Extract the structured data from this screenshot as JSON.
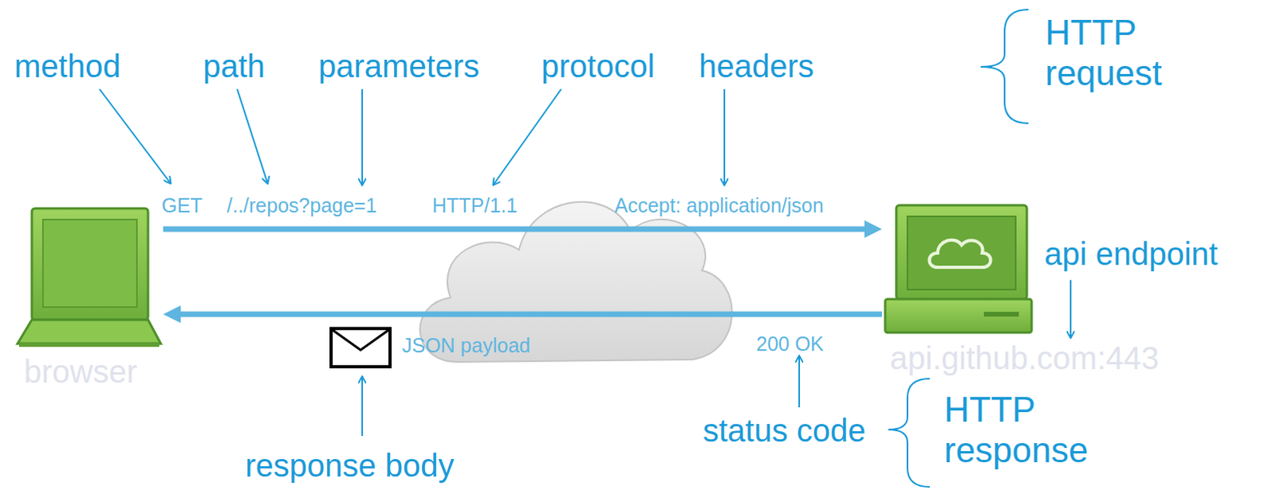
{
  "diagram": {
    "nodes": [
      {
        "text": [
          "browser"
        ]
      },
      {
        "text": [
          "api.github.com:443"
        ]
      }
    ],
    "edges": [
      {
        "from": 0,
        "to": 1,
        "arrow": "to"
      },
      {
        "from": 1,
        "to": 0,
        "arrow": "to"
      }
    ],
    "labels": [
      "method",
      "path",
      "parameters",
      "protocol",
      "headers",
      "HTTP request",
      "GET",
      "/../repos?page=1",
      "HTTP/1.1",
      "Accept: application/json",
      "api endpoint",
      "JSON payload",
      "200 OK",
      "status code",
      "response body",
      "HTTP response"
    ]
  }
}
